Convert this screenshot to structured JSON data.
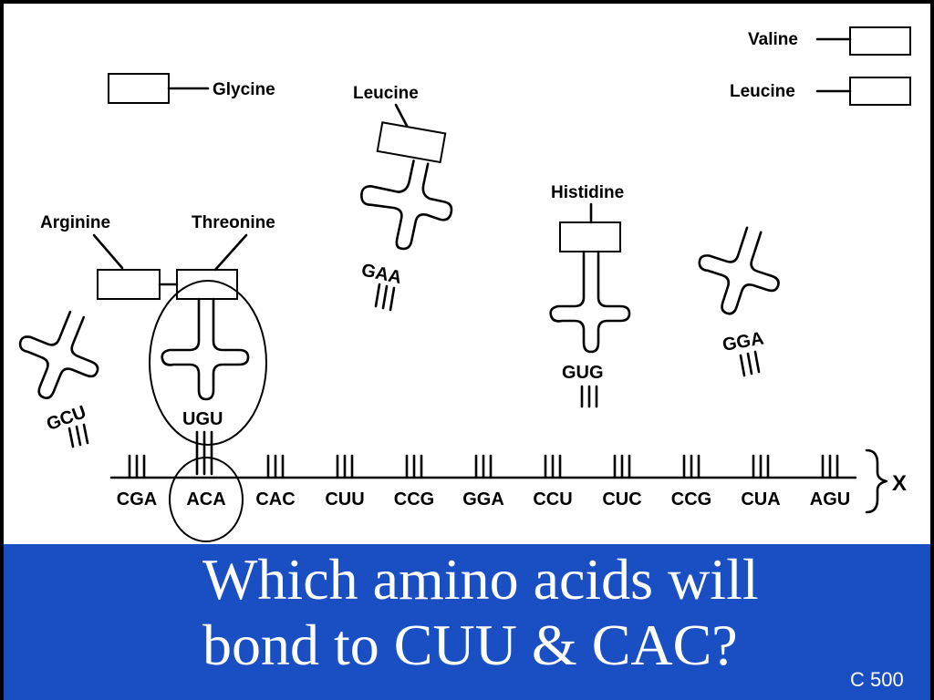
{
  "slide": {
    "question_line1": "Which amino acids will",
    "question_line2": "bond to CUU & CAC?",
    "points_label": "C 500",
    "banner_color": "#1a4fc4"
  },
  "diagram": {
    "amino_acids": {
      "glycine": "Glycine",
      "leucine_trna": "Leucine",
      "histidine": "Histidine",
      "arginine": "Arginine",
      "threonine": "Threonine",
      "valine_key": "Valine",
      "leucine_key": "Leucine"
    },
    "anticodons": {
      "gcu": "GCU",
      "ugu": "UGU",
      "gaa": "GAA",
      "gug": "GUG",
      "gga": "GGA"
    },
    "mrna_codons": [
      "CGA",
      "ACA",
      "CAC",
      "CUU",
      "CCG",
      "GGA",
      "CCU",
      "CUC",
      "CCG",
      "CUA",
      "AGU"
    ],
    "brace_label": "X"
  }
}
